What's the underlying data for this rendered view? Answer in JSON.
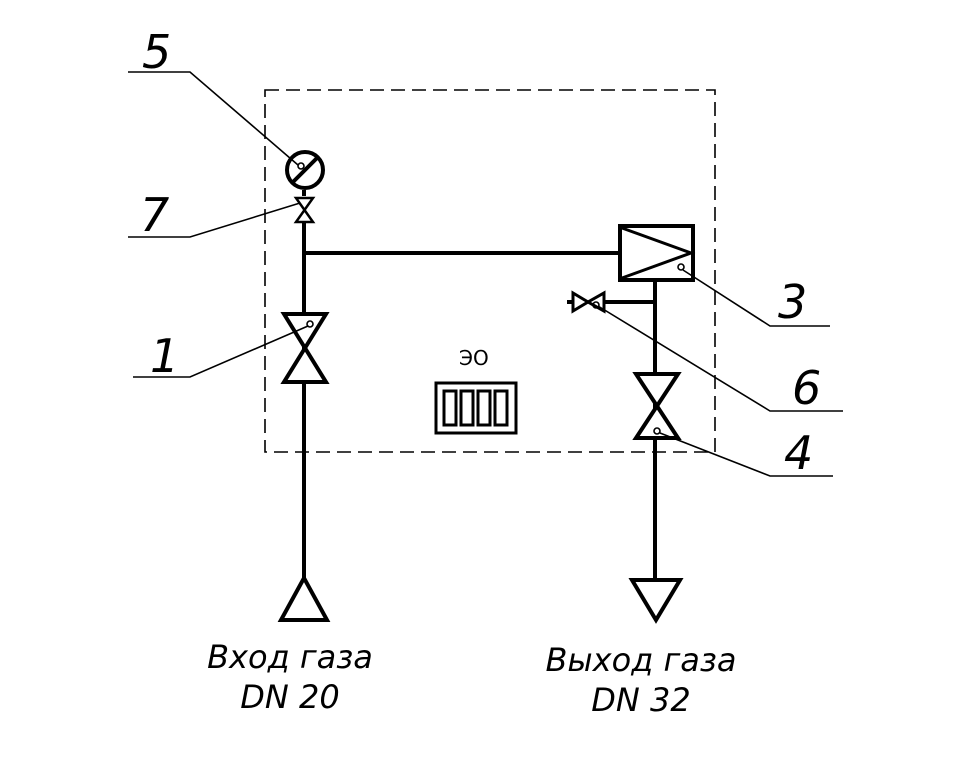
{
  "diagram": {
    "callouts": {
      "gauge": "5",
      "gauge_valve": "7",
      "inlet_valve": "1",
      "regulator": "3",
      "purge_valve": "6",
      "outlet_valve": "4"
    },
    "heater_label": "ЭО",
    "inlet": {
      "line1": "Вход газа",
      "line2": "DN 20"
    },
    "outlet": {
      "line1": "Выход газа",
      "line2": "DN 32"
    }
  }
}
